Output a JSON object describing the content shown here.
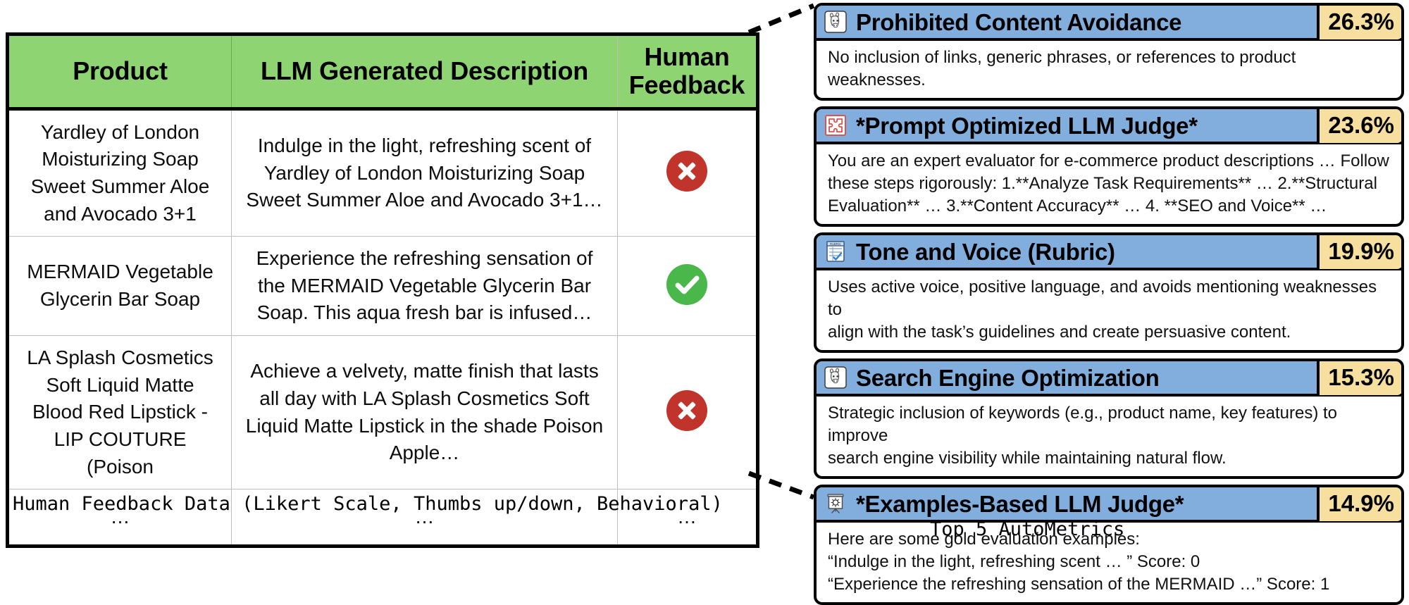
{
  "left": {
    "caption": "Human Feedback Data (Likert Scale, Thumbs up/down, Behavioral)",
    "table": {
      "headers": [
        "Product",
        "LLM Generated Description",
        "Human Feedback"
      ],
      "rows": [
        {
          "product": "Yardley of London Moisturizing Soap Sweet Summer Aloe and Avocado 3+1",
          "description": "Indulge in the light, refreshing scent of Yardley of London Moisturizing Soap Sweet Summer Aloe and Avocado 3+1…",
          "feedback": "negative",
          "feedback_icon": "cross-circle-icon"
        },
        {
          "product": "MERMAID Vegetable Glycerin Bar Soap",
          "description": "Experience the refreshing sensation of the MERMAID Vegetable Glycerin Bar Soap. This aqua fresh bar is infused…",
          "feedback": "positive",
          "feedback_icon": "check-circle-icon"
        },
        {
          "product": "LA Splash Cosmetics Soft Liquid Matte Blood Red Lipstick - LIP COUTURE (Poison",
          "description": "Achieve a velvety, matte finish that lasts all day with LA Splash Cosmetics Soft Liquid Matte Lipstick in the shade Poison Apple…",
          "feedback": "negative",
          "feedback_icon": "cross-circle-icon"
        },
        {
          "product": "…",
          "description": "…",
          "feedback": "…",
          "feedback_icon": "ellipsis"
        }
      ]
    }
  },
  "right": {
    "caption": "Top 5 AutoMetrics",
    "cards": [
      {
        "icon": "llama-icon",
        "title": "Prohibited Content Avoidance",
        "score": "26.3%",
        "lines": [
          "No inclusion of links, generic phrases, or references to product weaknesses."
        ]
      },
      {
        "icon": "puzzle-piece-icon",
        "title": "*Prompt Optimized LLM Judge*",
        "score": "23.6%",
        "lines": [
          "You are an expert evaluator for e-commerce product descriptions … Follow",
          "these steps rigorously: 1.**Analyze Task Requirements** … 2.**Structural",
          "Evaluation** … 3.**Content Accuracy** …  4. **SEO and Voice** …"
        ]
      },
      {
        "icon": "rubric-clipboard-icon",
        "title": "Tone and Voice (Rubric)",
        "score": "19.9%",
        "lines": [
          "Uses active voice, positive language, and avoids mentioning weaknesses to",
          "align with the task’s guidelines and create persuasive content."
        ]
      },
      {
        "icon": "llama-icon",
        "title": "Search Engine Optimization",
        "score": "15.3%",
        "lines": [
          "Strategic inclusion of keywords (e.g., product name, key features) to improve",
          "search engine visibility while maintaining natural flow."
        ]
      },
      {
        "icon": "flipchart-icon",
        "title": "*Examples-Based LLM Judge*",
        "score": "14.9%",
        "lines": [
          "Here are some gold evaluation examples:",
          "“Indulge in the light, refreshing scent … ” Score: 0",
          "“Experience the refreshing sensation of the MERMAID …” Score: 1"
        ]
      }
    ]
  },
  "colors": {
    "header_green": "#8ed473",
    "card_header_blue": "#82aede",
    "score_badge": "#f7dfa0",
    "negative_red": "#c0342b",
    "positive_green": "#49b749"
  }
}
